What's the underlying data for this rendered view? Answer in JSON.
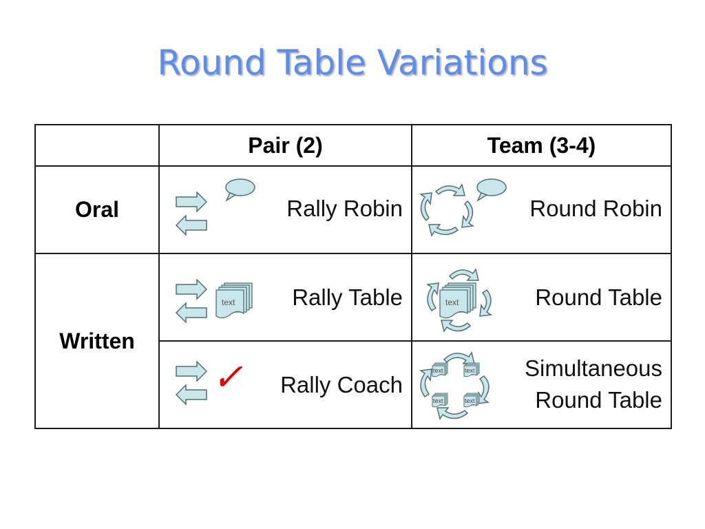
{
  "title": "Round Table Variations",
  "table": {
    "headers": [
      "",
      "Pair (2)",
      "Team (3-4)"
    ],
    "rows": {
      "oral": {
        "label": "Oral",
        "pair": "Rally Robin",
        "team": "Round Robin"
      },
      "written": {
        "label": "Written",
        "pair_1": "Rally Table",
        "team_1": "Round Table",
        "pair_2": "Rally Coach",
        "team_2_line1": "Simultaneous",
        "team_2_line2": "Round Table"
      }
    }
  },
  "doc_icon_label": "text",
  "check_mark": "✓",
  "icons": [
    "swap-arrows-icon",
    "speech-bubble-icon",
    "cycle-arrows-icon",
    "document-stack-icon",
    "check-mark-icon"
  ],
  "colors": {
    "title": "#5b8def",
    "icon_fill": "#c9e6ea",
    "check": "#e60000"
  }
}
